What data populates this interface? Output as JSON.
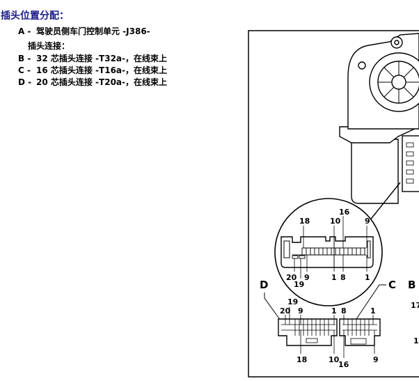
{
  "heading": "插头位置分配：",
  "items": {
    "a": {
      "key": "A -",
      "text": "驾驶员侧车门控制单元 -J386-"
    },
    "sub": "插头连接：",
    "b": {
      "key": "B -",
      "text": "32 芯插头连接 -T32a-，在线束上"
    },
    "c": {
      "key": "C -",
      "text": "16 芯插头连接 -T16a-，在线束上"
    },
    "d": {
      "key": "D -",
      "text": "20 芯插头连接 -T20a-，在线束上"
    }
  },
  "figure": {
    "zoom_pins": {
      "p18": "18",
      "p10": "10",
      "p16": "16",
      "p9": "9",
      "p20": "20",
      "p19": "19",
      "p9b": "9",
      "p1": "1",
      "p8": "8",
      "p1b": "1"
    },
    "conn_d": {
      "letter": "D",
      "p19": "19",
      "p20": "20",
      "p9": "9",
      "p1": "1",
      "p18": "18",
      "p10": "10"
    },
    "conn_c": {
      "letter": "C",
      "p8": "8",
      "p1": "1",
      "p16": "16",
      "p9": "9"
    },
    "conn_b": {
      "letter": "B",
      "p17": "17",
      "p1": "1"
    }
  }
}
